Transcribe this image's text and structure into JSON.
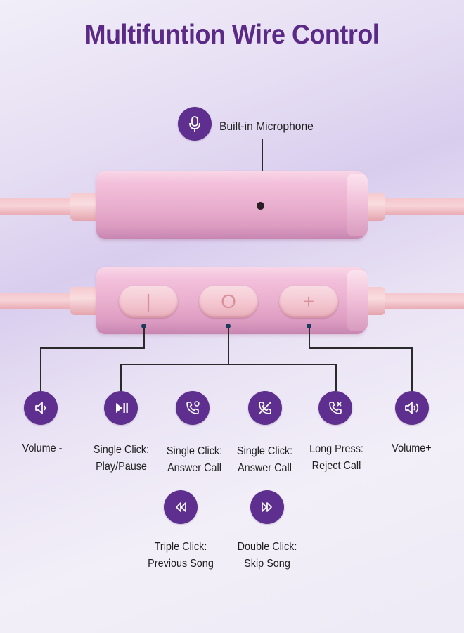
{
  "title": "Multifuntion Wire Control",
  "microphone": {
    "label": "Built-in Microphone",
    "icon": "microphone-icon"
  },
  "buttons": [
    {
      "symbol": "|",
      "name": "volume-down"
    },
    {
      "symbol": "O",
      "name": "multifunction"
    },
    {
      "symbol": "+",
      "name": "volume-up"
    }
  ],
  "functions": [
    {
      "icon": "speaker-low-icon",
      "label_lines": [
        "Volume -"
      ]
    },
    {
      "icon": "play-pause-icon",
      "label_lines": [
        "Single Click:",
        "Play/Pause"
      ]
    },
    {
      "icon": "phone-answer-icon",
      "label_lines": [
        "Single Click:",
        "Answer Call"
      ]
    },
    {
      "icon": "phone-hangup-icon",
      "label_lines": [
        "Single Click:",
        "Answer Call"
      ]
    },
    {
      "icon": "phone-reject-icon",
      "label_lines": [
        "Long Press:",
        "Reject Call"
      ]
    },
    {
      "icon": "speaker-high-icon",
      "label_lines": [
        "Volume+"
      ]
    },
    {
      "icon": "rewind-icon",
      "label_lines": [
        "Triple Click:",
        "Previous Song"
      ]
    },
    {
      "icon": "fast-forward-icon",
      "label_lines": [
        "Double Click:",
        "Skip Song"
      ]
    }
  ],
  "colors": {
    "title": "#5b2a86",
    "icon_circle": "#5e2f8e",
    "device": "#eab0cf",
    "cable": "#f4c6cc"
  }
}
